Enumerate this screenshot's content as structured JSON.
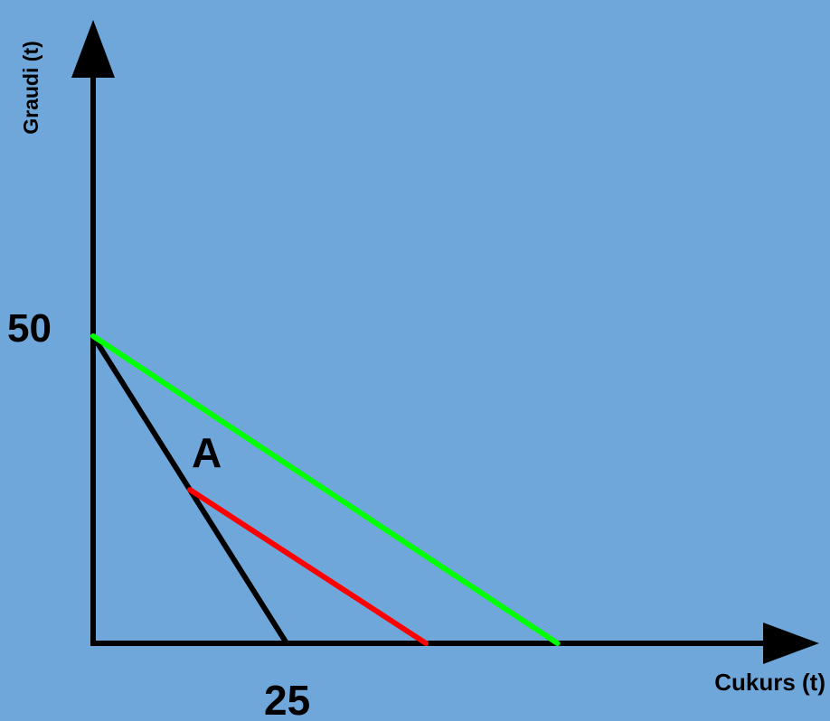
{
  "diagram": {
    "background_color": "#6fa7db",
    "y_axis": {
      "label": "Graudi (t)",
      "tick_label": "50",
      "tick_value": 50
    },
    "x_axis": {
      "label": "Cukurs (t)",
      "tick_label": "25",
      "tick_value": 25
    },
    "point_label": "A",
    "lines": [
      {
        "color": "#000000",
        "from": [
          0,
          50
        ],
        "to": [
          25,
          0
        ]
      },
      {
        "color": "#00ff00",
        "from": [
          0,
          50
        ],
        "to": [
          60,
          0
        ]
      },
      {
        "color": "#ff0000",
        "from": [
          12.5,
          25
        ],
        "to": [
          43,
          0
        ]
      }
    ]
  }
}
